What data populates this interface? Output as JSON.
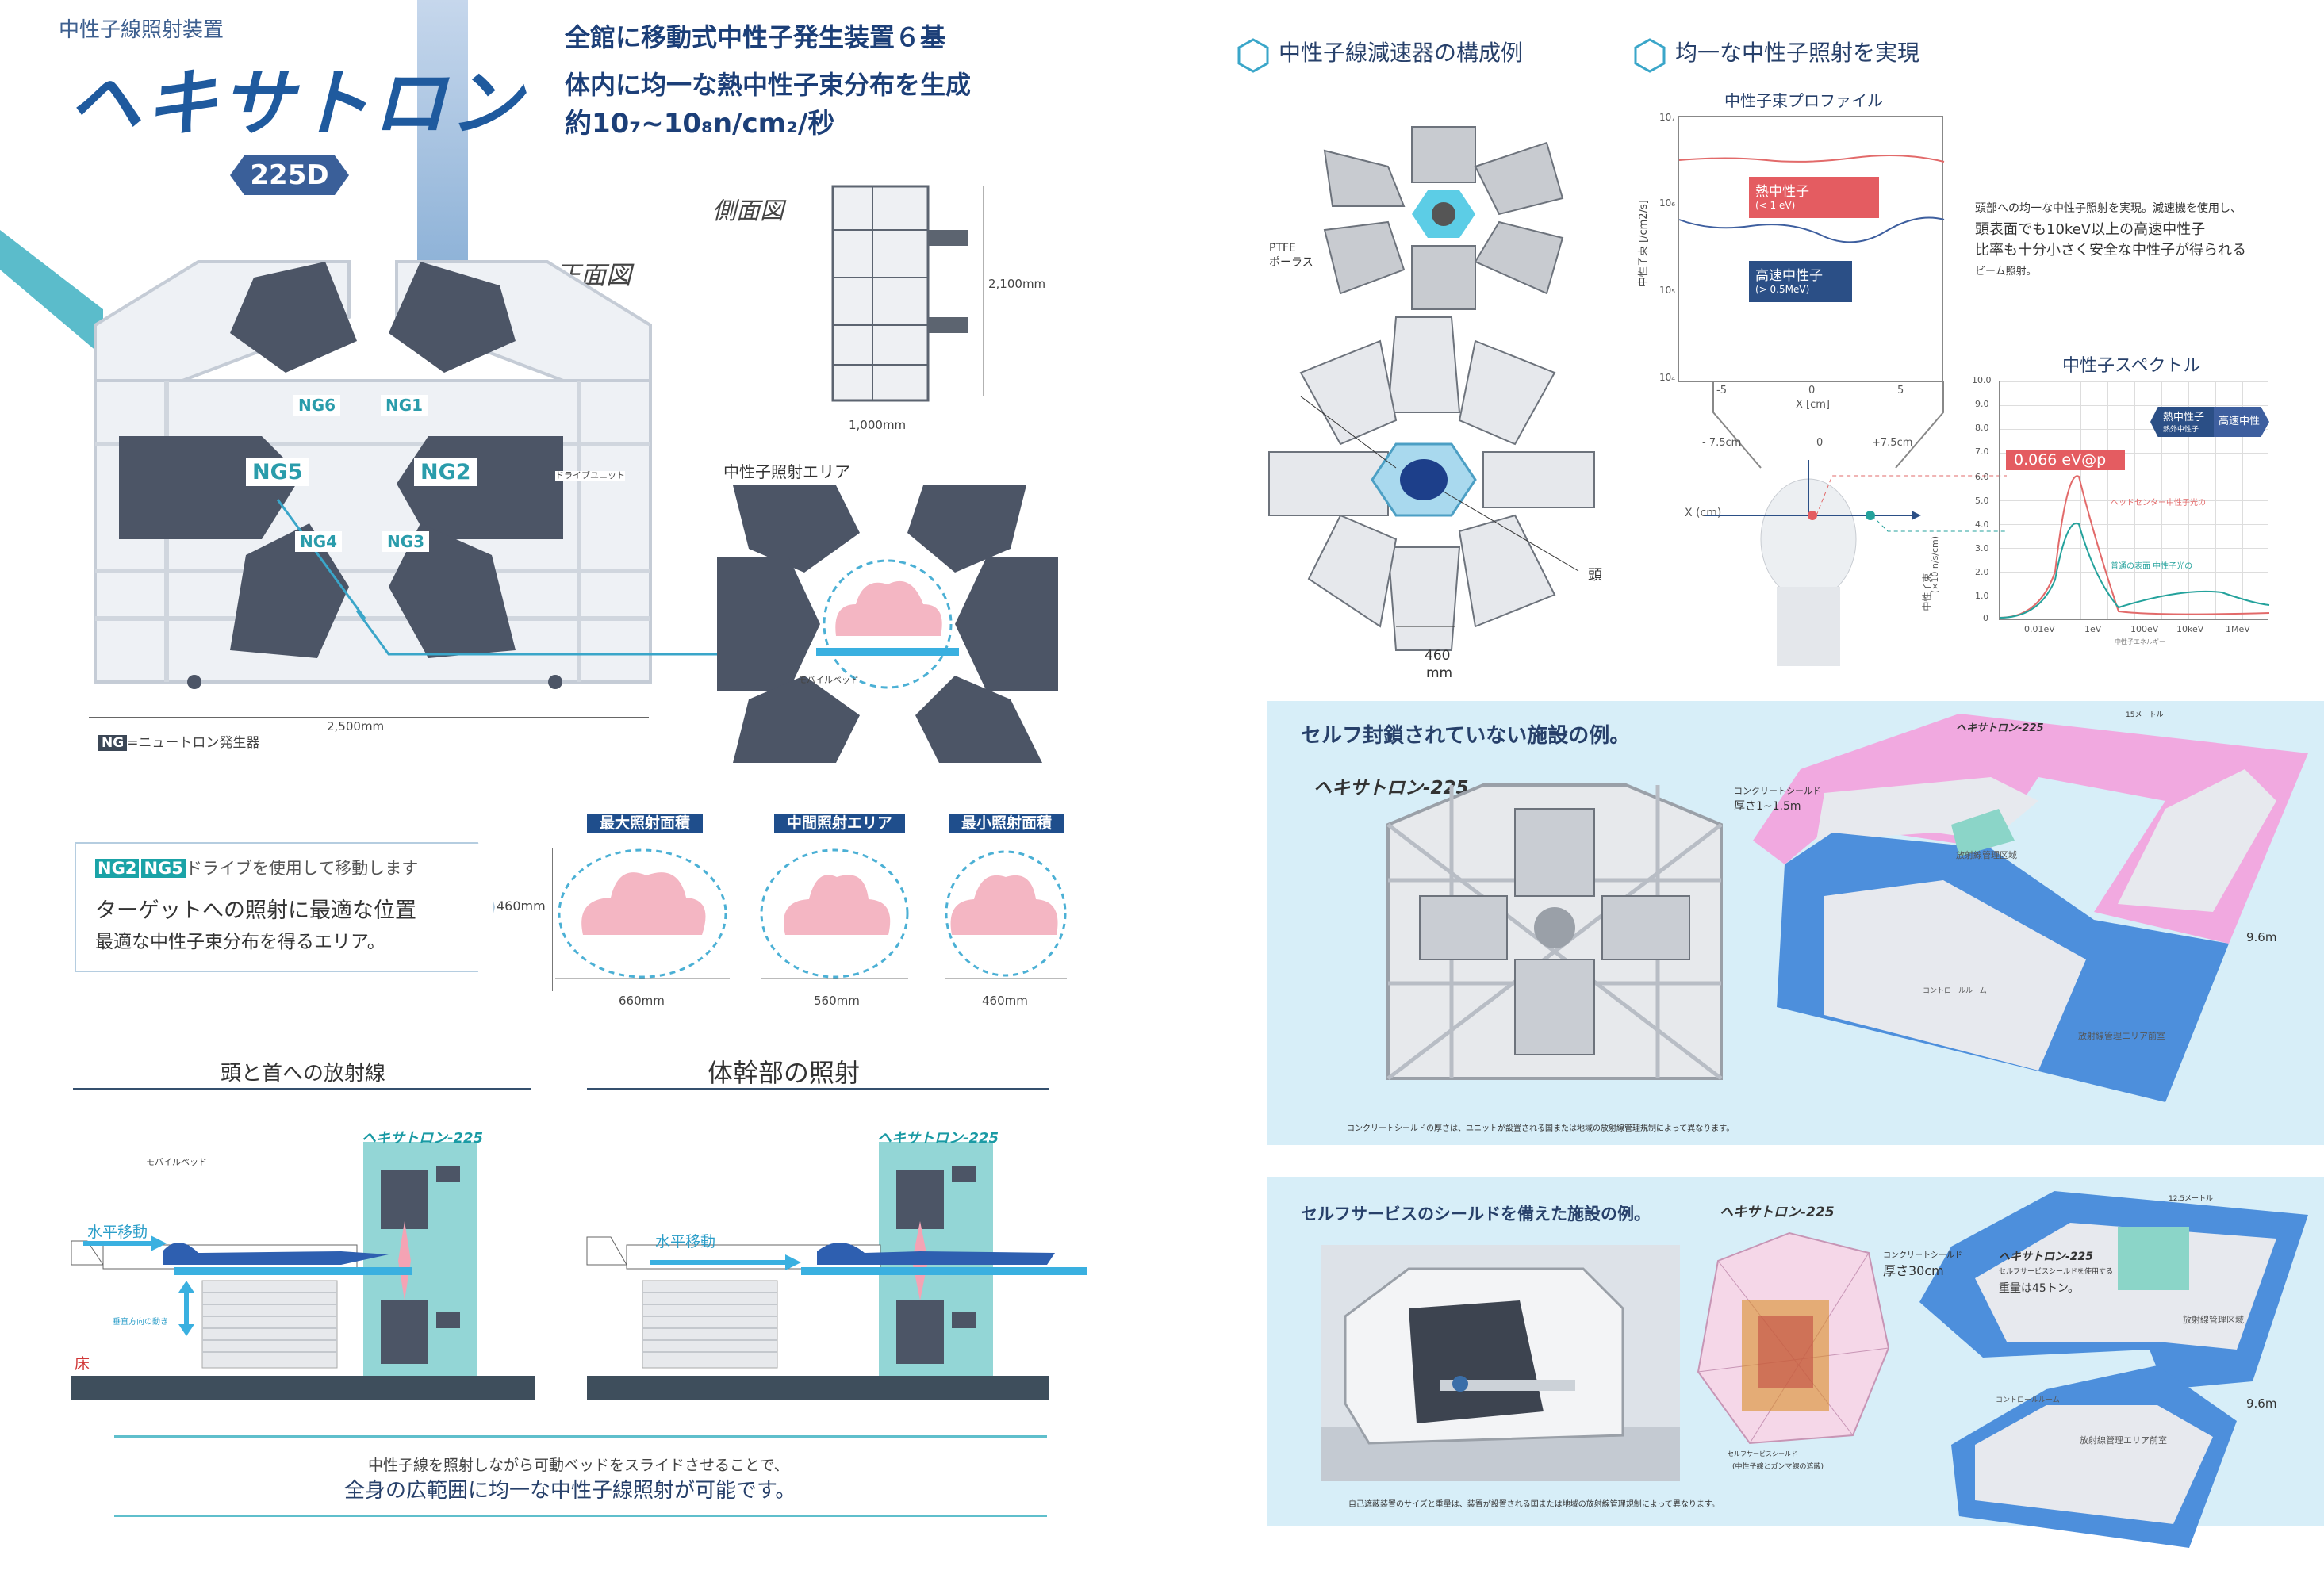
{
  "left": {
    "category": "中性子線照射装置",
    "product_name": "ヘキサトロン",
    "model_badge": "225D",
    "headline": {
      "line1": "全館に移動式中性子発生装置６基",
      "line2": "体内に均一な熱中性子束分布を生成",
      "line3": "約10₇~10₈n/cm₂/秒"
    },
    "front_view": {
      "title": "正面図",
      "generators": [
        "NG1",
        "NG2",
        "NG3",
        "NG4",
        "NG5",
        "NG6"
      ],
      "drive_unit": "ドライブユニット",
      "width": "2,500mm",
      "legend_ng": "NG",
      "legend_text": "=ニュートロン発生器"
    },
    "side_view": {
      "title": "側面図",
      "height": "2,100mm",
      "depth": "1,000mm"
    },
    "irradiation_area": {
      "title": "中性子照射エリア",
      "bed_label": "モバイルベッド"
    },
    "drive_box": {
      "tags": [
        "NG2",
        "NG5"
      ],
      "line1_suffix": "ドライブを使用して移動します",
      "line2": "ターゲットへの照射に最適な位置",
      "line3": "最適な中性子束分布を得るエリア。"
    },
    "areas": {
      "height": "460mm",
      "items": [
        {
          "label": "最大照射面積",
          "width": "660mm"
        },
        {
          "label": "中間照射エリア",
          "width": "560mm"
        },
        {
          "label": "最小照射面積",
          "width": "460mm"
        }
      ]
    },
    "head_neck": {
      "title": "頭と首への放射線",
      "device": "ヘキサトロン-225",
      "bed": "モバイルベッド",
      "horizontal": "水平移動",
      "vertical": "垂直方向の動き",
      "floor": "床"
    },
    "trunk": {
      "title": "体幹部の照射",
      "device": "ヘキサトロン-225",
      "horizontal": "水平移動"
    },
    "footer": {
      "line1": "中性子線を照射しながら可動ベッドをスライドさせることで、",
      "line2": "全身の広範囲に均一な中性子線照射が可能です。"
    }
  },
  "right": {
    "moderator_title": "中性子線減速器の構成例",
    "uniform_title": "均一な中性子照射を実現",
    "moderator": {
      "ptfe": "PTFE",
      "porous": "ポーラス",
      "head": "頭",
      "width": "460",
      "unit": "mm"
    },
    "flux_profile": {
      "title": "中性子束プロファイル",
      "ylabel": "中性子束 [/cm2/s]",
      "xlabel": "X [cm]",
      "yticks": [
        "10₇",
        "10₆",
        "10₅",
        "10₄"
      ],
      "xticks": [
        "-5",
        "0",
        "5"
      ],
      "thermal": "熱中性子",
      "thermal_range": "(< 1 eV)",
      "fast": "高速中性子",
      "fast_range": "(> 0.5MeV)",
      "minus": "- 7.5cm",
      "zero": "0",
      "plus": "+7.5cm",
      "xaxis": "X (cm)"
    },
    "description": {
      "line1": "頭部への均一な中性子照射を実現。減速機を使用し、",
      "line2": "頭表面でも10keV以上の高速中性子",
      "line3": "比率も十分小さく安全な中性子が得られる",
      "line4": "ビーム照射。"
    },
    "spectrum": {
      "title": "中性子スペクトル",
      "yticks": [
        "10.0",
        "9.0",
        "8.0",
        "7.0",
        "6.0",
        "5.0",
        "4.0",
        "3.0",
        "2.0",
        "1.0",
        "0"
      ],
      "xticks": [
        "0.01eV",
        "1eV",
        "100eV",
        "10keV",
        "1MeV"
      ],
      "ylabel": "中性子束",
      "ylabel2": "(×10 n/s/cm)",
      "peak": "0.066 eV@p",
      "thermal_arrow": "熱中性子",
      "thermal_arrow_sub": "熱外中性子",
      "fast_arrow": "高速中性子",
      "legend1": "ヘッドセンター中性子光の",
      "legend2": "普通の表面 中性子光の",
      "xcaption": "中性子エネルギー"
    },
    "facility1": {
      "title": "セルフ封鎖されていない施設の例。",
      "device": "ヘキサトロン-225",
      "concrete": "コンクリートシールド",
      "thickness": "厚さ1~1.5m",
      "inner_device": "ヘキサトロン-225",
      "radiation_area": "放射線管理区域",
      "control_room": "コントロールルーム",
      "front_room": "放射線管理エリア前室",
      "dim_top": "15メートル",
      "dim_side": "9.6m",
      "note": "コンクリートシールドの厚さは、ユニットが設置される国または地域の放射線管理規制によって異なります。"
    },
    "facility2": {
      "title": "セルフサービスのシールドを備えた施設の例。",
      "device": "ヘキサトロン-225",
      "concrete": "コンクリートシールド",
      "thickness": "厚さ30cm",
      "inner_device": "ヘキサトロン-225",
      "shield_note": "セルフサービスシールドを使用する",
      "weight": "重量は45トン。",
      "radiation_area": "放射線管理区域",
      "control_room": "コントロールルーム",
      "front_room": "放射線管理エリア前室",
      "dim_top": "12.5メートル",
      "dim_side": "9.6m",
      "self_label": "セルフサービスシールド",
      "gamma": "(中性子線とガンマ線の遮蔽)",
      "note": "自己遮蔽装置のサイズと重量は、装置が設置される国または地域の放射線管理規制によって異なります。"
    }
  }
}
